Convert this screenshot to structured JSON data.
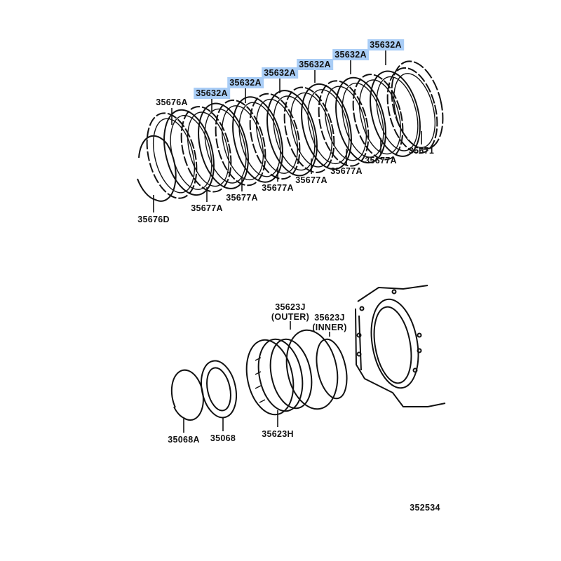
{
  "diagram": {
    "highlight_color": "#a9cdf6",
    "highlighted_parts": [
      "35632A",
      "35632A",
      "35632A",
      "35632A",
      "35632A",
      "35632A"
    ],
    "labels": {
      "p35676A": "35676A",
      "p35676D": "35676D",
      "p35677A": [
        "35677A",
        "35677A",
        "35677A",
        "35677A",
        "35677A",
        "35677A"
      ],
      "p35671": "35671",
      "p35623J_outer": "35623J",
      "outer": "(OUTER)",
      "p35623J_inner": "35623J",
      "inner": "(INNER)",
      "p35068A": "35068A",
      "p35068": "35068",
      "p35623H": "35623H",
      "ref": "352534"
    }
  }
}
